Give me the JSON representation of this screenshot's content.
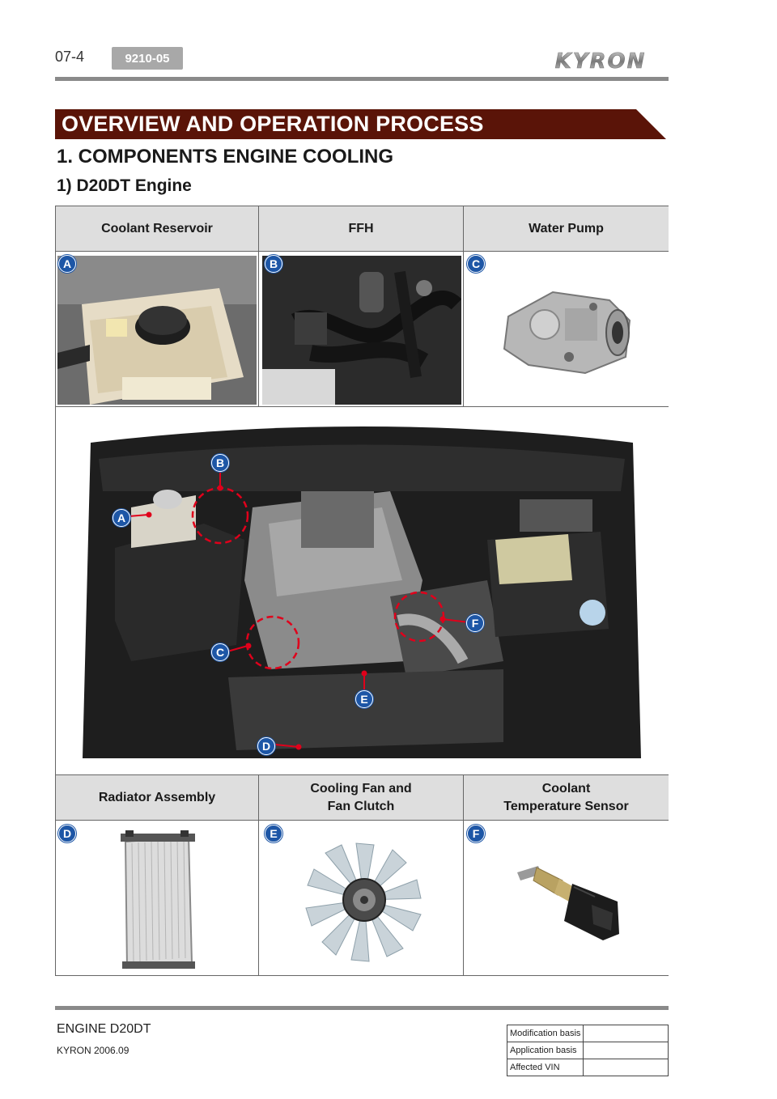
{
  "header": {
    "page_number": "07-4",
    "code": "9210-05",
    "brand": "KYRON"
  },
  "banner": {
    "text": "OVERVIEW AND OPERATION PROCESS"
  },
  "section": {
    "title": "1. COMPONENTS ENGINE COOLING",
    "subtitle": "1) D20DT Engine"
  },
  "components_top": [
    {
      "marker": "A",
      "label": "Coolant Reservoir"
    },
    {
      "marker": "B",
      "label": "FFH"
    },
    {
      "marker": "C",
      "label": "Water Pump"
    }
  ],
  "components_bottom": [
    {
      "marker": "D",
      "label": "Radiator Assembly"
    },
    {
      "marker": "E",
      "label_line1": "Cooling Fan and",
      "label_line2": "Fan Clutch"
    },
    {
      "marker": "F",
      "label_line1": "Coolant",
      "label_line2": "Temperature Sensor"
    }
  ],
  "engine_bay_markers": [
    "A",
    "B",
    "C",
    "D",
    "E",
    "F"
  ],
  "footer": {
    "title": "ENGINE D20DT",
    "subtitle": "KYRON 2006.09",
    "info_rows": [
      {
        "label": "Modification basis",
        "value": ""
      },
      {
        "label": "Application basis",
        "value": ""
      },
      {
        "label": "Affected VIN",
        "value": ""
      }
    ]
  },
  "colors": {
    "banner": "#5a1408",
    "marker": "#1d56a6",
    "header_cell": "#dedede",
    "rule": "#8a8a8a"
  }
}
